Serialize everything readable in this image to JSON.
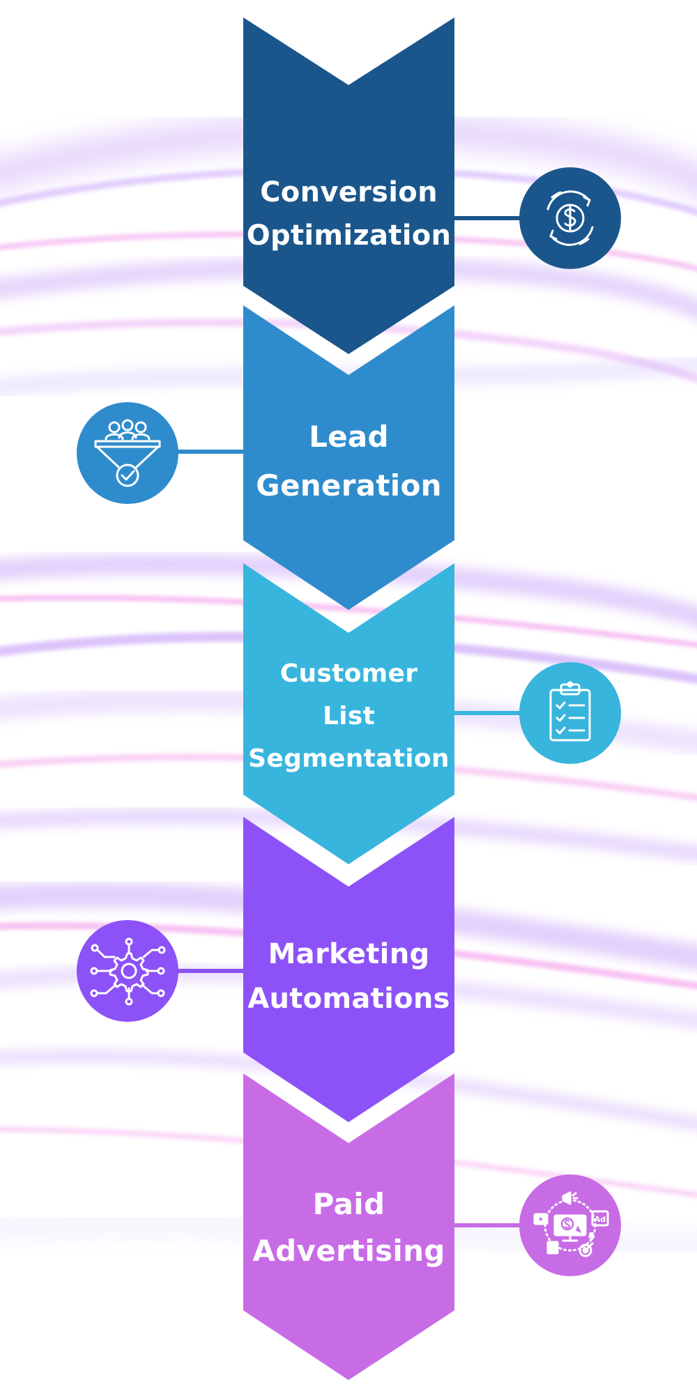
{
  "colors": {
    "step1": "#1a568b",
    "step2": "#2f8ccc",
    "step3": "#38b5dd",
    "step4": "#8c52f7",
    "step5": "#c86ce6",
    "swirl_purple": "#b07cf5",
    "swirl_pink": "#f08ae8"
  },
  "steps": [
    {
      "id": "conversion-optimization",
      "lines": [
        "Conversion",
        "Optimization"
      ],
      "icon": "dollar-cycle-icon",
      "icon_side": "right",
      "color": "#1a568b"
    },
    {
      "id": "lead-generation",
      "lines": [
        "Lead",
        "Generation"
      ],
      "icon": "people-funnel-icon",
      "icon_side": "left",
      "color": "#2f8ccc"
    },
    {
      "id": "customer-list-segmentation",
      "lines": [
        "Customer",
        "List",
        "Segmentation"
      ],
      "icon": "clipboard-checklist-icon",
      "icon_side": "right",
      "color": "#38b5dd"
    },
    {
      "id": "marketing-automations",
      "lines": [
        "Marketing",
        "Automations"
      ],
      "icon": "gear-circuit-icon",
      "icon_side": "left",
      "color": "#8c52f7"
    },
    {
      "id": "paid-advertising",
      "lines": [
        "Paid",
        "Advertising"
      ],
      "icon": "digital-ads-icon",
      "icon_side": "right",
      "color": "#c86ce6",
      "icon_text": "Ad"
    }
  ]
}
